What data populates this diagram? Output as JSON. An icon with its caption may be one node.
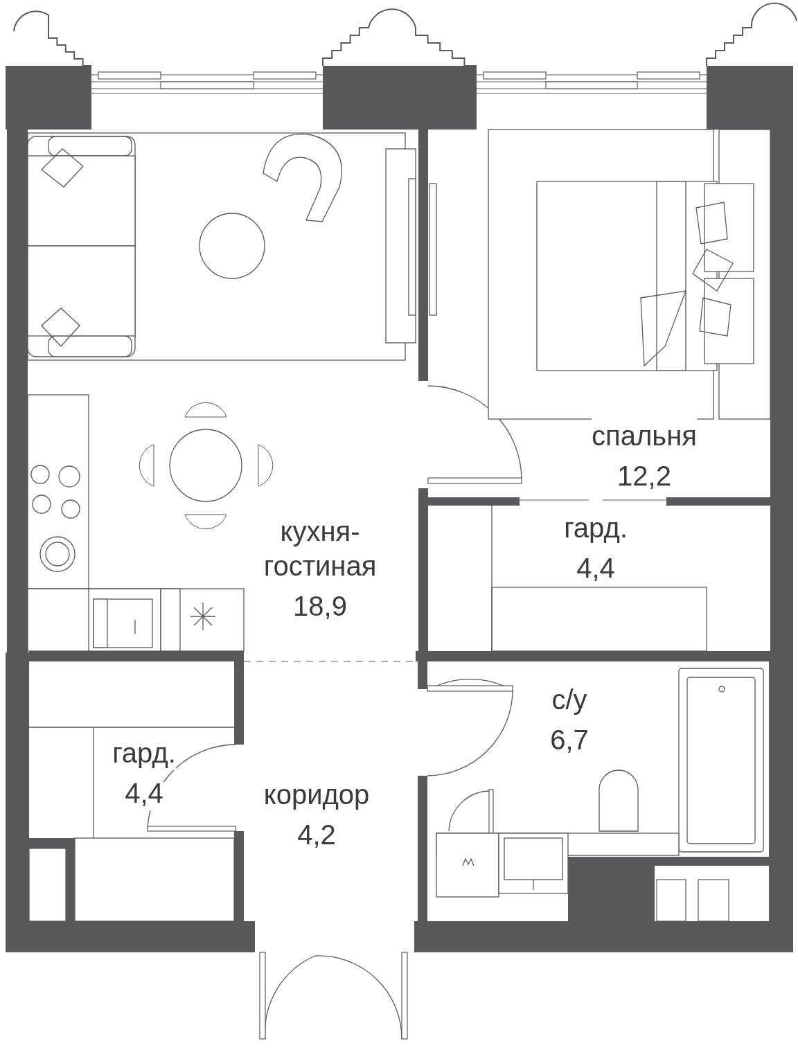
{
  "diagram": {
    "nodes": [
      {
        "text": [
          "кухня- гостиная",
          "18,9"
        ]
      },
      {
        "text": [
          "спальня",
          "12,2"
        ]
      },
      {
        "text": [
          "гард.",
          "4,4"
        ]
      },
      {
        "text": [
          "с/у",
          "6,7"
        ]
      },
      {
        "text": [
          "гард.",
          "4,4"
        ]
      },
      {
        "text": [
          "коридор",
          "4,2"
        ]
      }
    ],
    "edges": []
  }
}
